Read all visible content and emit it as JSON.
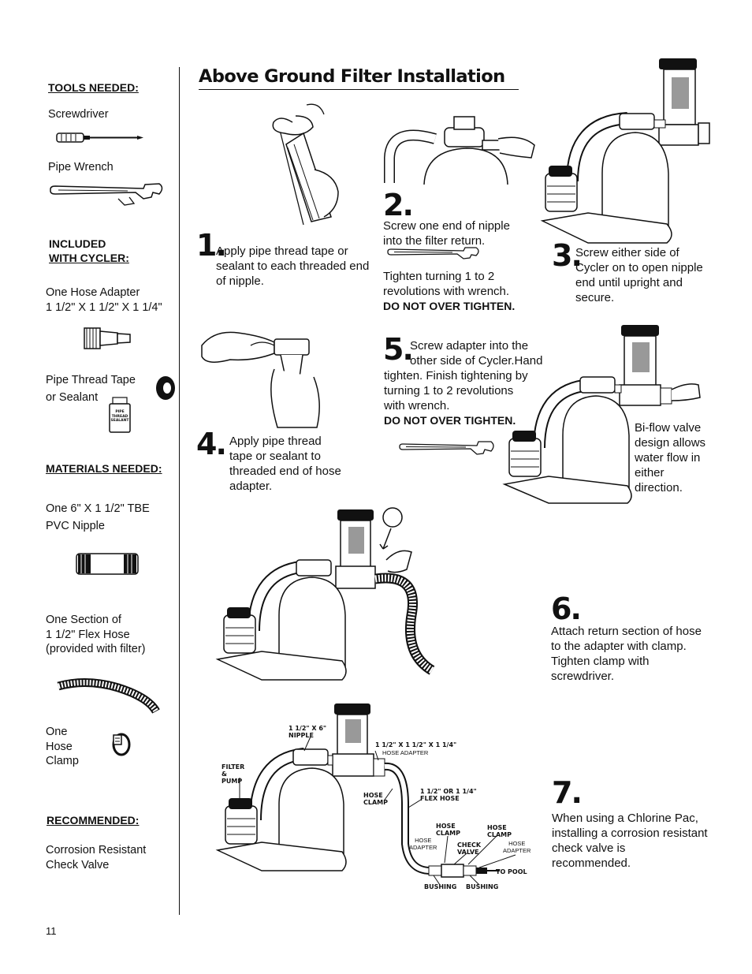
{
  "title": "Above Ground Filter Installation",
  "sidebar": {
    "tools_heading": "TOOLS NEEDED:",
    "screwdriver": "Screwdriver",
    "pipe_wrench": "Pipe Wrench",
    "included_heading_1": "INCLUDED",
    "included_heading_2": "WITH CYCLER:",
    "hose_adapter_1": "One Hose Adapter",
    "hose_adapter_2": "1 1/2\" X 1 1/2\" X 1 1/4\"",
    "tape_1": "Pipe Thread Tape",
    "tape_2": "or Sealant",
    "sealant_can": [
      "PIPE",
      "THREAD",
      "SEALANT"
    ],
    "materials_heading": "MATERIALS NEEDED:",
    "nipple_1": "One 6\" X 1 1/2\"  TBE",
    "nipple_2": "PVC Nipple",
    "flex_1": "One Section of",
    "flex_2": "1 1/2\" Flex Hose",
    "flex_3": "(provided with filter)",
    "clamp_1": "One",
    "clamp_2": "Hose",
    "clamp_3": "Clamp",
    "recommended_heading": "RECOMMENDED:",
    "check_1": "Corrosion Resistant",
    "check_2": "Check Valve"
  },
  "steps": {
    "s1": {
      "num": "1.",
      "l1": "Apply pipe thread tape or",
      "l2": "sealant to each threaded end",
      "l3": "of nipple."
    },
    "s2": {
      "num": "2.",
      "l1": "Screw one end of nipple",
      "l2": "into the filter return.",
      "l3": "Tighten turning 1 to 2",
      "l4": "revolutions with wrench.",
      "warn": "DO NOT OVER TIGHTEN."
    },
    "s3": {
      "num": "3.",
      "l1": "Screw either side of",
      "l2": "Cycler on to open nipple",
      "l3": "end until upright and",
      "l4": "secure."
    },
    "s4": {
      "num": "4.",
      "l1": "Apply pipe thread",
      "l2": "tape or sealant to",
      "l3": "threaded end of hose",
      "l4": "adapter."
    },
    "s5": {
      "num": "5.",
      "l1": "Screw adapter into the",
      "l2": "other side of Cycler.Hand",
      "l3": "tighten. Finish tightening by",
      "l4": "turning 1 to 2 revolutions",
      "l5": "with wrench.",
      "warn": "DO NOT OVER TIGHTEN."
    },
    "biflow": {
      "l1": "Bi-flow valve",
      "l2": "design allows",
      "l3": "water flow in",
      "l4": "either",
      "l5": "direction."
    },
    "s6": {
      "num": "6.",
      "l1": "Attach return section of hose",
      "l2": "to the adapter with clamp.",
      "l3": "Tighten clamp with",
      "l4": "screwdriver."
    },
    "s7": {
      "num": "7.",
      "l1": "When using a Chlorine Pac,",
      "l2": "installing a corrosion resistant",
      "l3": "check valve is",
      "l4": "recommended."
    }
  },
  "diagram_labels": {
    "nipple_1": "1 1/2\" X 6\"",
    "nipple_2": "NIPPLE",
    "filter_1": "FILTER",
    "filter_2": "&",
    "filter_3": "PUMP",
    "adapter_1": "1 1/2\" X 1 1/2\" X 1 1/4\"",
    "adapter_2": "HOSE  ADAPTER",
    "hose_clamp_1": "HOSE",
    "hose_clamp_2": "CLAMP",
    "flex_1": "1 1/2\"  OR 1 1/4\"",
    "flex_2": "FLEX HOSE",
    "hc2_1": "HOSE",
    "hc2_2": "CLAMP",
    "hc3_1": "HOSE",
    "hc3_2": "CLAMP",
    "ha_1": "HOSE",
    "ha_2": "ADAPTER",
    "cv_1": "CHECK",
    "cv_2": "VALVE",
    "ha2_1": "HOSE",
    "ha2_2": "ADAPTER",
    "to_pool": "TO POOL",
    "bushing_1": "BUSHING",
    "bushing_2": "BUSHING"
  },
  "page_number": "11"
}
